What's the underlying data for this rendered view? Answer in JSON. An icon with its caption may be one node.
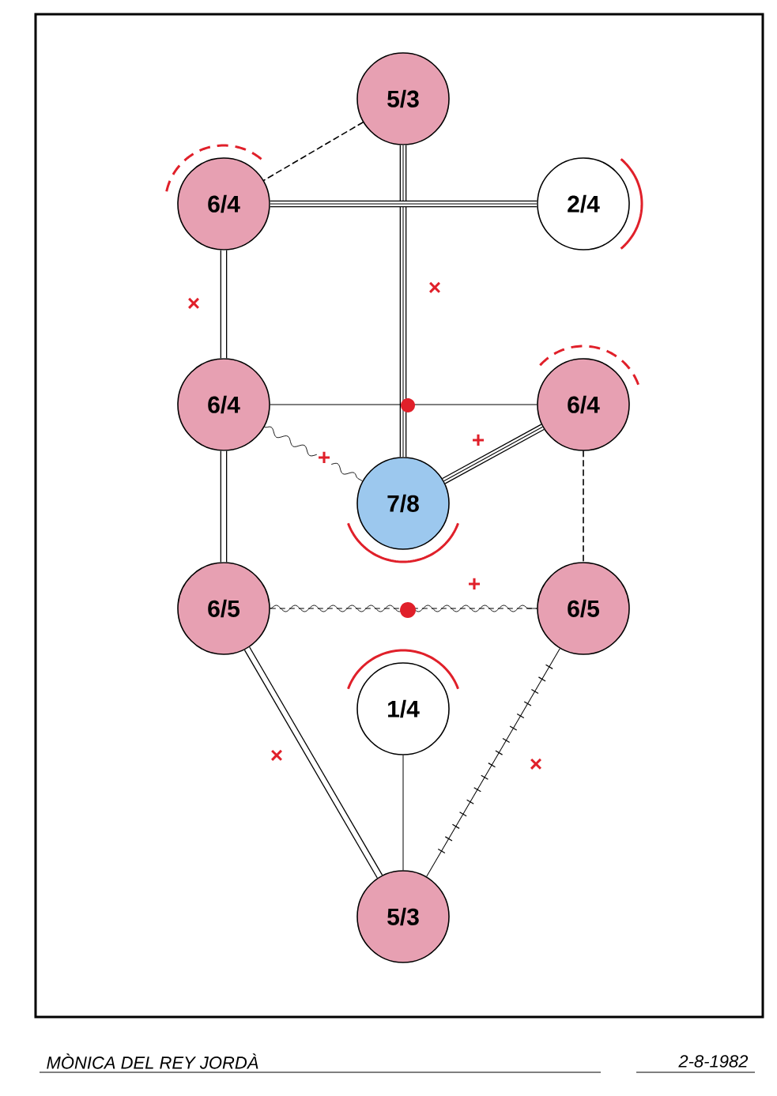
{
  "diagram": {
    "nodes": [
      {
        "text": [
          "5/3"
        ]
      },
      {
        "text": [
          "6/4"
        ]
      },
      {
        "text": [
          "2/4"
        ]
      },
      {
        "text": [
          "6/4"
        ]
      },
      {
        "text": [
          "6/4"
        ]
      },
      {
        "text": [
          "7/8"
        ]
      },
      {
        "text": [
          "6/5"
        ]
      },
      {
        "text": [
          "6/5"
        ]
      },
      {
        "text": [
          "1/4"
        ]
      },
      {
        "text": [
          "5/3"
        ]
      }
    ],
    "edges": [
      {
        "from": 0,
        "to": 1,
        "arrow": "none",
        "style": "dashed"
      },
      {
        "from": 0,
        "to": 5,
        "arrow": "none",
        "style": "thick",
        "label": "×"
      },
      {
        "from": 1,
        "to": 2,
        "arrow": "none",
        "style": "thick"
      },
      {
        "from": 1,
        "to": 3,
        "arrow": "none",
        "style": "thick",
        "label": "×"
      },
      {
        "from": 3,
        "to": 4,
        "arrow": "none"
      },
      {
        "from": 3,
        "to": 5,
        "arrow": "none",
        "label": "+"
      },
      {
        "from": 5,
        "to": 4,
        "arrow": "none",
        "style": "thick",
        "label": "+"
      },
      {
        "from": 4,
        "to": 7,
        "arrow": "none",
        "style": "dashed"
      },
      {
        "from": 3,
        "to": 6,
        "arrow": "none",
        "style": "thick"
      },
      {
        "from": 6,
        "to": 7,
        "arrow": "none",
        "style": "dashed",
        "label": "+"
      },
      {
        "from": 6,
        "to": 7,
        "arrow": "none"
      },
      {
        "from": 6,
        "to": 9,
        "arrow": "none",
        "style": "thick",
        "label": "×"
      },
      {
        "from": 7,
        "to": 9,
        "arrow": "none",
        "label": "×"
      },
      {
        "from": 8,
        "to": 9,
        "arrow": "none"
      }
    ],
    "labels": [
      "MÒNICA DEL REY JORDÀ",
      "2-8-1982"
    ]
  }
}
